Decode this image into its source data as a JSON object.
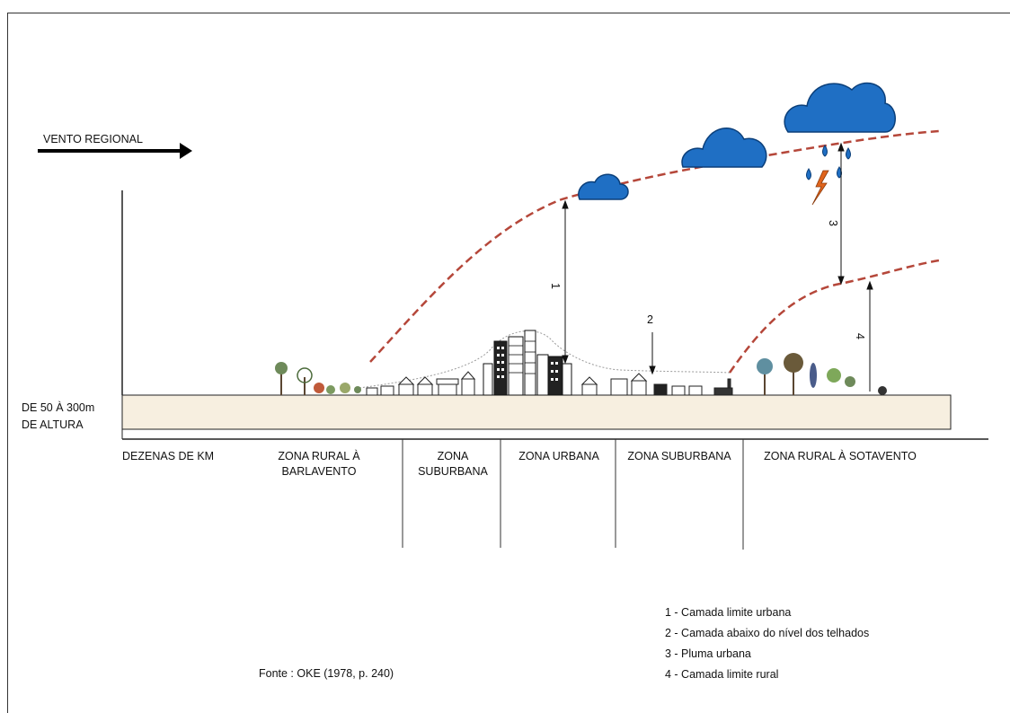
{
  "wind_label": "VENTO REGIONAL",
  "height_label_line1": "DE 50 À 300m",
  "height_label_line2": "DE ALTURA",
  "distance_label": "DEZENAS DE KM",
  "zones": {
    "rural_upwind_line1": "ZONA RURAL À",
    "rural_upwind_line2": "BARLAVENTO",
    "suburban_left_line1": "ZONA",
    "suburban_left_line2": "SUBURBANA",
    "urban": "ZONA URBANA",
    "suburban_right": "ZONA SUBURBANA",
    "rural_downwind": "ZONA RURAL À SOTAVENTO"
  },
  "markers": {
    "m1": "1",
    "m2": "2",
    "m3": "3",
    "m4": "4"
  },
  "legend": [
    "1 - Camada limite urbana",
    "2 - Camada abaixo do nível dos telhados",
    "3 - Pluma urbana",
    "4 - Camada limite rural"
  ],
  "source": "Fonte : OKE  (1978, p. 240)",
  "colors": {
    "ground": "#f7efe0",
    "boundary_curve": "#b5473a",
    "cloud": "#1f6fc4",
    "lightning": "#e0641c"
  }
}
